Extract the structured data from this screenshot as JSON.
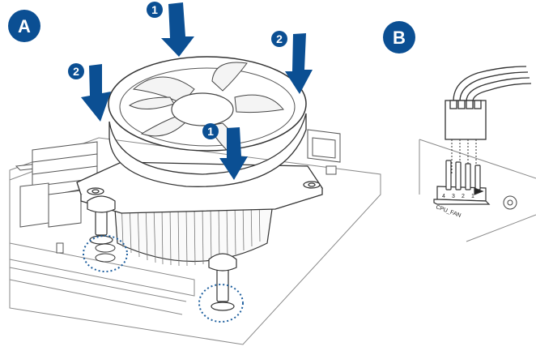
{
  "panels": {
    "a": {
      "label": "A"
    },
    "b": {
      "label": "B"
    }
  },
  "steps": {
    "push_down_1": "1",
    "push_down_1b": "1",
    "push_diag_2": "2",
    "push_diag_2b": "2"
  },
  "connector": {
    "label": "CPU_FAN",
    "pin_marks": [
      "4",
      "3",
      "2",
      "1"
    ]
  },
  "colors": {
    "accent": "#0b4f93",
    "line": "#333333",
    "light_line": "#8a8a8a",
    "dotted": "#1e5f9e"
  }
}
